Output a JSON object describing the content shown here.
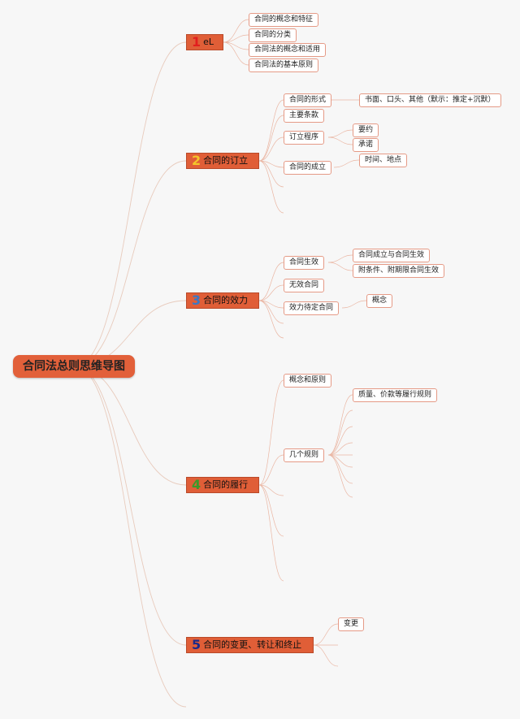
{
  "root": "合同法总则思维导图",
  "branches": [
    {
      "num": "1",
      "num_color": "#e21e1e",
      "label": "eL"
    },
    {
      "num": "2",
      "num_color": "#f4c52a",
      "label": "合同的订立"
    },
    {
      "num": "3",
      "num_color": "#3a78c6",
      "label": "合同的效力"
    },
    {
      "num": "4",
      "num_color": "#3a9a2a",
      "label": "合同的履行"
    },
    {
      "num": "5",
      "num_color": "#1c2a88",
      "label": "合同的变更、转让和终止"
    }
  ],
  "nodes": {
    "b1": [
      "合同的概念和特征",
      "合同的分类",
      "合同法的概念和适用",
      "合同法的基本原则"
    ],
    "b2": [
      "合同的形式",
      "主要条款",
      "订立程序",
      "合同的成立"
    ],
    "b2_form": "书面、口头、其他（默示：推定+沉默）",
    "b2_proc": [
      "要约",
      "承诺"
    ],
    "b2_est": "时间、地点",
    "b3": [
      "合同生效",
      "无效合同",
      "效力待定合同"
    ],
    "b3_eff": [
      "合同成立与合同生效",
      "附条件、附期限合同生效"
    ],
    "b3_pend": "概念",
    "b4": [
      "概念和原则",
      "几个规则"
    ],
    "b4_rules": "质量、价款等履行规则",
    "b5": [
      "变更"
    ]
  }
}
